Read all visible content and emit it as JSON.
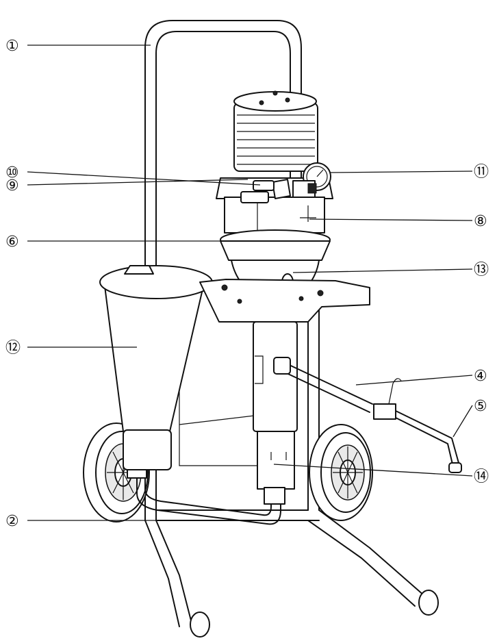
{
  "callouts": [
    {
      "id": "1",
      "label": "①"
    },
    {
      "id": "2",
      "label": "②"
    },
    {
      "id": "4",
      "label": "④"
    },
    {
      "id": "5",
      "label": "⑤"
    },
    {
      "id": "6",
      "label": "⑥"
    },
    {
      "id": "8",
      "label": "⑧"
    },
    {
      "id": "9",
      "label": "⑨"
    },
    {
      "id": "10",
      "label": "⑩"
    },
    {
      "id": "11",
      "label": "⑪"
    },
    {
      "id": "12",
      "label": "⑫"
    },
    {
      "id": "13",
      "label": "⑬"
    },
    {
      "id": "14",
      "label": "⑭"
    }
  ]
}
